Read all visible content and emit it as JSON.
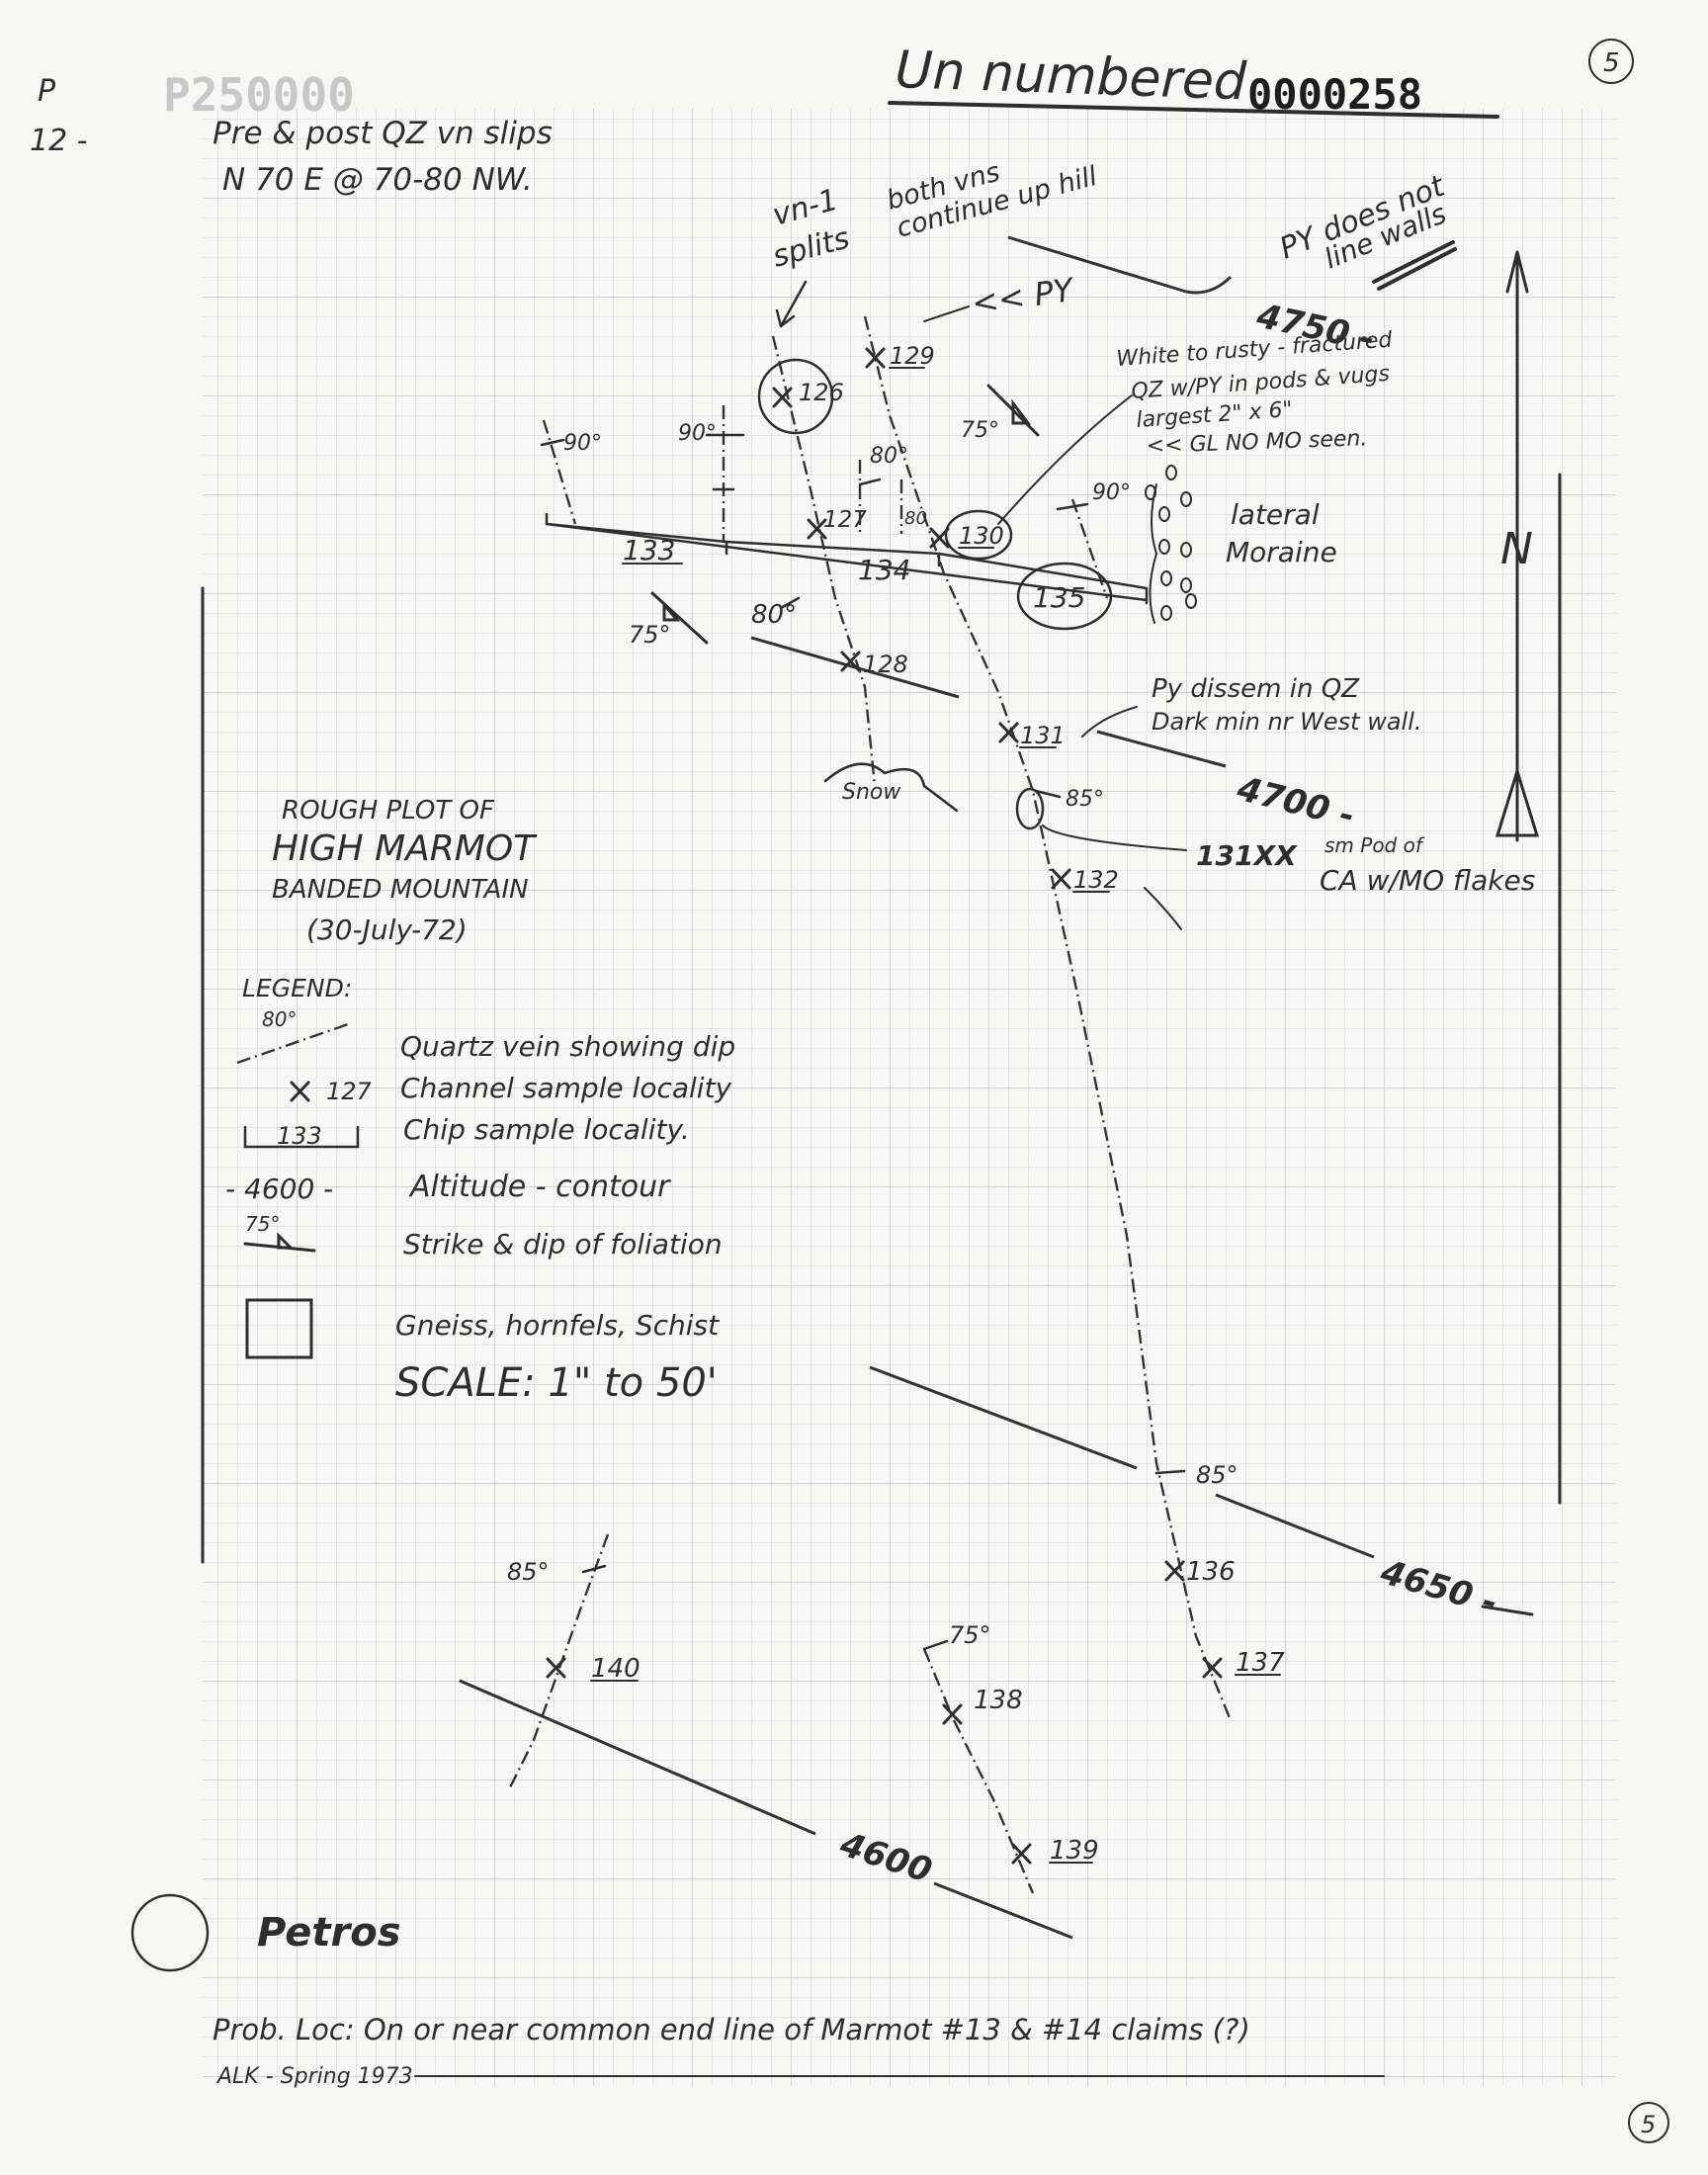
{
  "header": {
    "margin_p": "P",
    "margin_12": "12 -",
    "title_handwritten": "Un numbered",
    "doc_number": "0000258",
    "page_circle": "5",
    "note_line1": "Pre & post QZ vn slips",
    "note_line2": "N 70 E @ 70-80 NW."
  },
  "annotations": {
    "vn_splits_1": "vn-1",
    "vn_splits_2": "splits",
    "both_vns_1": "both vns",
    "both_vns_2": "continue up hill",
    "py_label": "<< PY",
    "py_walls_1": "PY does not",
    "py_walls_2": "line walls",
    "quartz_note_1": "White to rusty - fractured",
    "quartz_note_2": "QZ w/PY in pods & vugs",
    "quartz_note_3": "largest 2\" x 6\"",
    "quartz_note_4": "<< GL   NO MO seen.",
    "moraine_1": "lateral",
    "moraine_2": "Moraine",
    "north": "N",
    "snow": "Snow",
    "py_dissem_1": "Py dissem in QZ",
    "py_dissem_2": "Dark min nr West wall.",
    "pod_ref": "131XX",
    "pod_note_1": "sm Pod of",
    "pod_note_2": "CA w/MO flakes",
    "petrog": "Petros"
  },
  "samples": {
    "s126": "126",
    "s129": "129",
    "s127": "127",
    "s130": "130",
    "s133": "133",
    "s134": "134",
    "s135": "135",
    "s128": "128",
    "s131": "131",
    "s132": "132",
    "s136": "136",
    "s137": "137",
    "s138": "138",
    "s139": "139",
    "s140": "140"
  },
  "dips": {
    "d90a": "90°",
    "d90b": "90°",
    "d80a": "80°",
    "d80b": "80",
    "d75a": "75°",
    "d90c": "90°",
    "d75b": "75°",
    "d80c": "80°",
    "d85a": "85°",
    "d85b": "85°",
    "d85c": "85°",
    "d75c": "75°"
  },
  "contours": {
    "c4750": "4750 -",
    "c4700": "4700 -",
    "c4650": "4650 -",
    "c4600": "4600"
  },
  "title_block": {
    "line1": "ROUGH PLOT OF",
    "line2": "HIGH MARMOT",
    "line3": "BANDED MOUNTAIN",
    "line4": "(30-July-72)"
  },
  "legend": {
    "heading": "LEGEND:",
    "vein_dip": "80°",
    "vein_label": "Quartz vein showing dip",
    "channel_sym": "127",
    "channel_label": "Channel sample locality",
    "chip_sym": "133",
    "chip_label": "Chip sample locality.",
    "contour_sym": "- 4600 -",
    "contour_label": "Altitude - contour",
    "foliation_dip": "75°",
    "foliation_label": "Strike & dip of foliation",
    "rock_label": "Gneiss, hornfels, Schist",
    "scale": "SCALE: 1\" to 50'"
  },
  "footer": {
    "prob_loc": "Prob. Loc:  On or near common end line of Marmot #13 & #14 claims (?)",
    "signature": "ALK - Spring 1973",
    "page_circle": "5"
  },
  "colors": {
    "paper": "#f7f7f5",
    "grid": "#c9ccd1",
    "ink": "#2e2e2e"
  }
}
